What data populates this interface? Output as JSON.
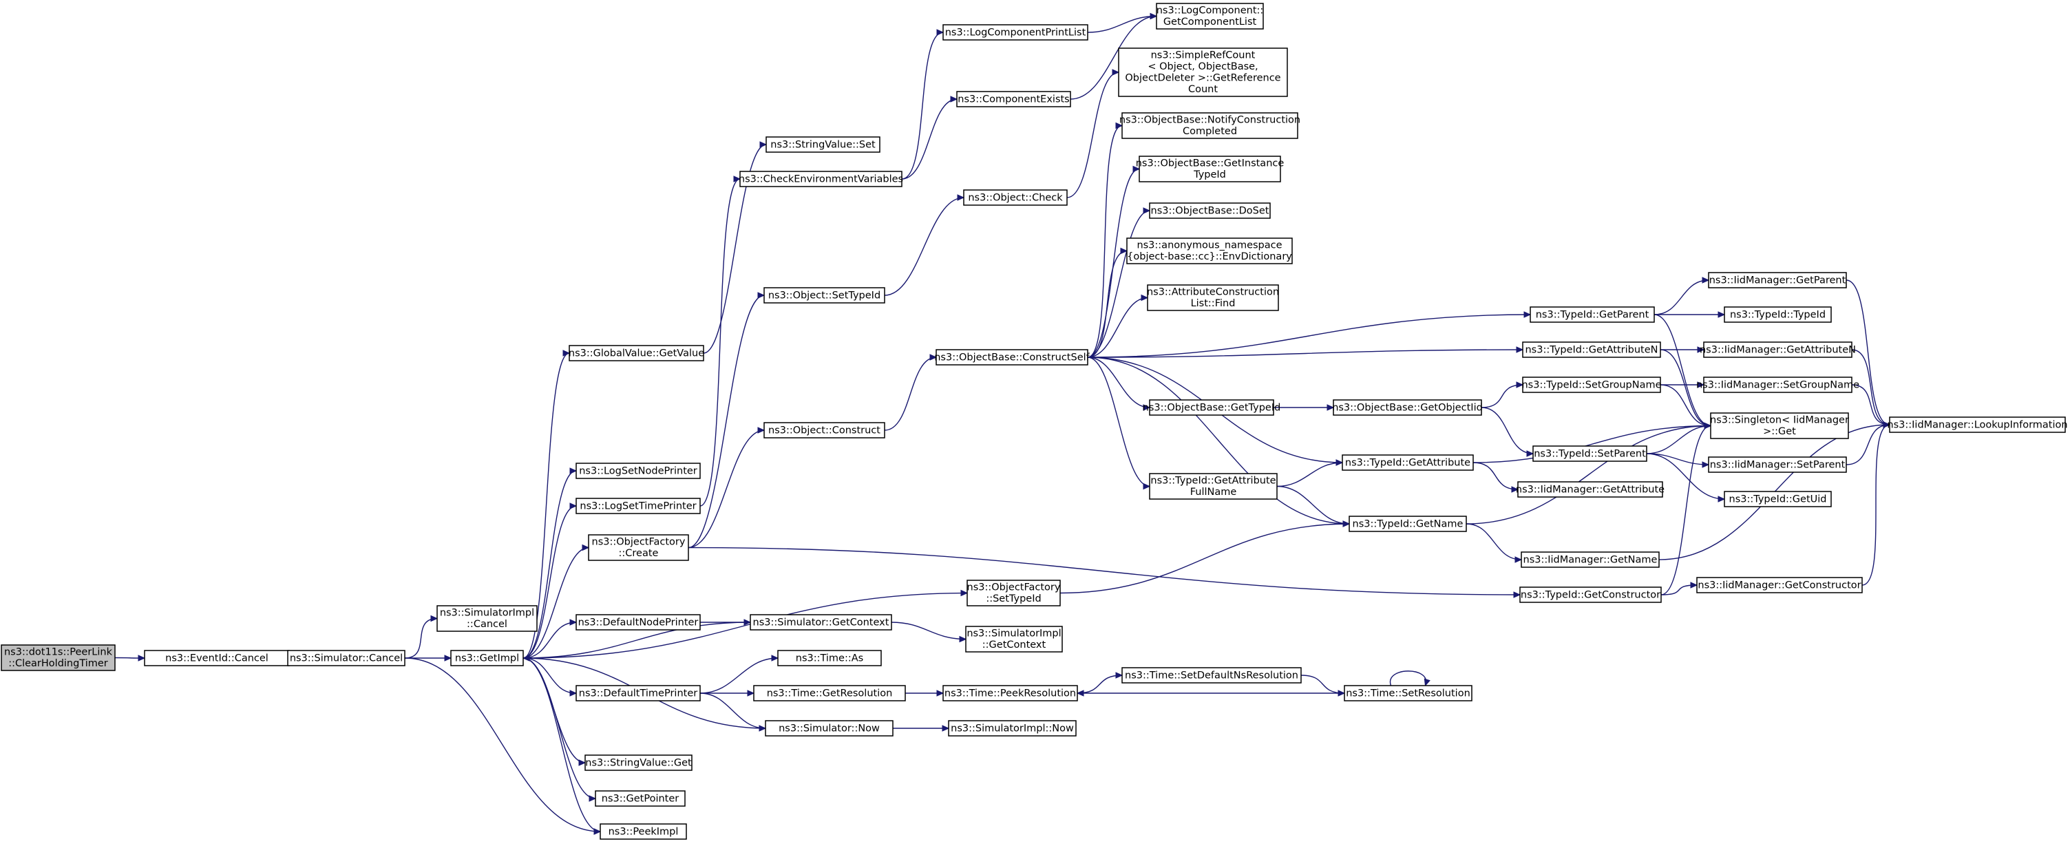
{
  "title": "",
  "nodes": [
    {
      "id": "root",
      "lines": [
        "ns3::dot11s::PeerLink",
        "::ClearHoldingTimer"
      ],
      "root": true
    },
    {
      "id": "evcancel",
      "lines": [
        "ns3::EventId::Cancel"
      ]
    },
    {
      "id": "simcancel",
      "lines": [
        "ns3::Simulator::Cancel"
      ]
    },
    {
      "id": "simimplcancel",
      "lines": [
        "ns3::SimulatorImpl",
        "::Cancel"
      ]
    },
    {
      "id": "getimpl",
      "lines": [
        "ns3::GetImpl"
      ]
    },
    {
      "id": "peekimpl",
      "lines": [
        "ns3::PeekImpl"
      ]
    },
    {
      "id": "gvgetvalue",
      "lines": [
        "ns3::GlobalValue::GetValue"
      ]
    },
    {
      "id": "logsetnode",
      "lines": [
        "ns3::LogSetNodePrinter"
      ]
    },
    {
      "id": "logsettime",
      "lines": [
        "ns3::LogSetTimePrinter"
      ]
    },
    {
      "id": "ofcreate",
      "lines": [
        "ns3::ObjectFactory",
        "::Create"
      ]
    },
    {
      "id": "defnodeprinter",
      "lines": [
        "ns3::DefaultNodePrinter"
      ]
    },
    {
      "id": "deftimeprinter",
      "lines": [
        "ns3::DefaultTimePrinter"
      ]
    },
    {
      "id": "svget",
      "lines": [
        "ns3::StringValue::Get"
      ]
    },
    {
      "id": "getpointer",
      "lines": [
        "ns3::GetPointer"
      ]
    },
    {
      "id": "svset",
      "lines": [
        "ns3::StringValue::Set"
      ]
    },
    {
      "id": "checkenv",
      "lines": [
        "ns3::CheckEnvironmentVariables"
      ]
    },
    {
      "id": "logprintlist",
      "lines": [
        "ns3::LogComponentPrintList"
      ]
    },
    {
      "id": "compexists",
      "lines": [
        "ns3::ComponentExists"
      ]
    },
    {
      "id": "getcomplist",
      "lines": [
        "ns3::LogComponent::",
        "GetComponentList"
      ]
    },
    {
      "id": "objsettypeid",
      "lines": [
        "ns3::Object::SetTypeId"
      ]
    },
    {
      "id": "objconstruct",
      "lines": [
        "ns3::Object::Construct"
      ]
    },
    {
      "id": "objcheck",
      "lines": [
        "ns3::Object::Check"
      ]
    },
    {
      "id": "simgetcontext",
      "lines": [
        "ns3::Simulator::GetContext"
      ]
    },
    {
      "id": "simimplgetcontext",
      "lines": [
        "ns3::SimulatorImpl",
        "::GetContext"
      ]
    },
    {
      "id": "ofsettypeid",
      "lines": [
        "ns3::ObjectFactory",
        "::SetTypeId"
      ]
    },
    {
      "id": "timeas",
      "lines": [
        "ns3::Time::As"
      ]
    },
    {
      "id": "timegetres",
      "lines": [
        "ns3::Time::GetResolution"
      ]
    },
    {
      "id": "simnow",
      "lines": [
        "ns3::Simulator::Now"
      ]
    },
    {
      "id": "timepeekres",
      "lines": [
        "ns3::Time::PeekResolution"
      ]
    },
    {
      "id": "simimplnow",
      "lines": [
        "ns3::SimulatorImpl::Now"
      ]
    },
    {
      "id": "timesetdefault",
      "lines": [
        "ns3::Time::SetDefaultNsResolution"
      ]
    },
    {
      "id": "timesetres",
      "lines": [
        "ns3::Time::SetResolution"
      ]
    },
    {
      "id": "obconstructself",
      "lines": [
        "ns3::ObjectBase::ConstructSelf"
      ]
    },
    {
      "id": "simplerefcount",
      "lines": [
        "ns3::SimpleRefCount",
        "< Object, ObjectBase,",
        "ObjectDeleter >::GetReference",
        "Count"
      ]
    },
    {
      "id": "obnotify",
      "lines": [
        "ns3::ObjectBase::NotifyConstruction",
        "Completed"
      ]
    },
    {
      "id": "obgetinst",
      "lines": [
        "ns3::ObjectBase::GetInstance",
        "TypeId"
      ]
    },
    {
      "id": "obdoset",
      "lines": [
        "ns3::ObjectBase::DoSet"
      ]
    },
    {
      "id": "anonenv",
      "lines": [
        "ns3::anonymous_namespace",
        "{object-base::cc}::EnvDictionary"
      ]
    },
    {
      "id": "attrfind",
      "lines": [
        "ns3::AttributeConstruction",
        "List::Find"
      ]
    },
    {
      "id": "obgettypeid",
      "lines": [
        "ns3::ObjectBase::GetTypeId"
      ]
    },
    {
      "id": "tidgetattrfull",
      "lines": [
        "ns3::TypeId::GetAttribute",
        "FullName"
      ]
    },
    {
      "id": "tidgetparent",
      "lines": [
        "ns3::TypeId::GetParent"
      ]
    },
    {
      "id": "tidgetattrn",
      "lines": [
        "ns3::TypeId::GetAttributeN"
      ]
    },
    {
      "id": "obgetobjtid",
      "lines": [
        "ns3::ObjectBase::GetObjectIid"
      ]
    },
    {
      "id": "tidgetattr",
      "lines": [
        "ns3::TypeId::GetAttribute"
      ]
    },
    {
      "id": "tidgetname",
      "lines": [
        "ns3::TypeId::GetName"
      ]
    },
    {
      "id": "tidgetctor",
      "lines": [
        "ns3::TypeId::GetConstructor"
      ]
    },
    {
      "id": "tidsetgroup",
      "lines": [
        "ns3::TypeId::SetGroupName"
      ]
    },
    {
      "id": "tidsetparent",
      "lines": [
        "ns3::TypeId::SetParent"
      ]
    },
    {
      "id": "iidgetattr",
      "lines": [
        "ns3::IidManager::GetAttribute"
      ]
    },
    {
      "id": "iidgetname",
      "lines": [
        "ns3::IidManager::GetName"
      ]
    },
    {
      "id": "iidgetctor",
      "lines": [
        "ns3::IidManager::GetConstructor"
      ]
    },
    {
      "id": "iidgetparent",
      "lines": [
        "ns3::IidManager::GetParent"
      ]
    },
    {
      "id": "tidtypeid",
      "lines": [
        "ns3::TypeId::TypeId"
      ]
    },
    {
      "id": "iidgetattrn",
      "lines": [
        "ns3::IidManager::GetAttributeN"
      ]
    },
    {
      "id": "iidsetgroup",
      "lines": [
        "ns3::IidManager::SetGroupName"
      ]
    },
    {
      "id": "singleton",
      "lines": [
        "ns3::Singleton< IidManager",
        ">::Get"
      ]
    },
    {
      "id": "iidsetparent",
      "lines": [
        "ns3::IidManager::SetParent"
      ]
    },
    {
      "id": "tidgetuid",
      "lines": [
        "ns3::TypeId::GetUid"
      ]
    },
    {
      "id": "iidlookup",
      "lines": [
        "ns3::IidManager::LookupInformation"
      ]
    }
  ],
  "edges": [
    [
      "root",
      "evcancel"
    ],
    [
      "evcancel",
      "simcancel"
    ],
    [
      "simcancel",
      "simimplcancel"
    ],
    [
      "simcancel",
      "getimpl"
    ],
    [
      "simcancel",
      "peekimpl"
    ],
    [
      "getimpl",
      "gvgetvalue"
    ],
    [
      "getimpl",
      "logsetnode"
    ],
    [
      "getimpl",
      "logsettime"
    ],
    [
      "getimpl",
      "ofcreate"
    ],
    [
      "getimpl",
      "ofsettypeid"
    ],
    [
      "getimpl",
      "defnodeprinter"
    ],
    [
      "getimpl",
      "deftimeprinter"
    ],
    [
      "getimpl",
      "svget"
    ],
    [
      "getimpl",
      "getpointer"
    ],
    [
      "getimpl",
      "peekimpl"
    ],
    [
      "defnodeprinter",
      "simgetcontext"
    ],
    [
      "simgetcontext",
      "getimpl"
    ],
    [
      "simgetcontext",
      "simimplgetcontext"
    ],
    [
      "deftimeprinter",
      "timeas"
    ],
    [
      "deftimeprinter",
      "timegetres"
    ],
    [
      "deftimeprinter",
      "simnow"
    ],
    [
      "simnow",
      "getimpl"
    ],
    [
      "simnow",
      "simimplnow"
    ],
    [
      "timegetres",
      "timepeekres"
    ],
    [
      "timepeekres",
      "timesetdefault"
    ],
    [
      "timesetdefault",
      "timesetres"
    ],
    [
      "timesetres",
      "timepeekres"
    ],
    [
      "timesetres",
      "timesetres"
    ],
    [
      "gvgetvalue",
      "svset"
    ],
    [
      "logsettime",
      "checkenv"
    ],
    [
      "checkenv",
      "logprintlist"
    ],
    [
      "checkenv",
      "compexists"
    ],
    [
      "logprintlist",
      "getcomplist"
    ],
    [
      "compexists",
      "getcomplist"
    ],
    [
      "ofcreate",
      "objsettypeid"
    ],
    [
      "ofcreate",
      "objconstruct"
    ],
    [
      "ofcreate",
      "tidgetctor"
    ],
    [
      "objsettypeid",
      "objcheck"
    ],
    [
      "objcheck",
      "simplerefcount"
    ],
    [
      "objconstruct",
      "obconstructself"
    ],
    [
      "ofsettypeid",
      "tidgetname"
    ],
    [
      "obconstructself",
      "obnotify"
    ],
    [
      "obconstructself",
      "obgetinst"
    ],
    [
      "obconstructself",
      "obdoset"
    ],
    [
      "obconstructself",
      "anonenv"
    ],
    [
      "obconstructself",
      "attrfind"
    ],
    [
      "obconstructself",
      "obgettypeid"
    ],
    [
      "obconstructself",
      "tidgetattrfull"
    ],
    [
      "obconstructself",
      "tidgetparent"
    ],
    [
      "obconstructself",
      "tidgetattrn"
    ],
    [
      "obconstructself",
      "tidgetattr"
    ],
    [
      "obconstructself",
      "tidgetname"
    ],
    [
      "obgettypeid",
      "obgetobjtid"
    ],
    [
      "obgetobjtid",
      "tidsetgroup"
    ],
    [
      "obgetobjtid",
      "tidsetparent"
    ],
    [
      "tidgetattrfull",
      "tidgetattr"
    ],
    [
      "tidgetattrfull",
      "tidgetname"
    ],
    [
      "tidgetattr",
      "singleton"
    ],
    [
      "tidgetattr",
      "iidgetattr"
    ],
    [
      "tidgetname",
      "singleton"
    ],
    [
      "tidgetname",
      "iidgetname"
    ],
    [
      "tidgetctor",
      "singleton"
    ],
    [
      "tidgetctor",
      "iidgetctor"
    ],
    [
      "tidgetparent",
      "iidgetparent"
    ],
    [
      "tidgetparent",
      "tidtypeid"
    ],
    [
      "tidgetparent",
      "singleton"
    ],
    [
      "tidgetattrn",
      "iidgetattrn"
    ],
    [
      "tidgetattrn",
      "singleton"
    ],
    [
      "tidsetgroup",
      "iidsetgroup"
    ],
    [
      "tidsetgroup",
      "singleton"
    ],
    [
      "tidsetparent",
      "singleton"
    ],
    [
      "tidsetparent",
      "iidsetparent"
    ],
    [
      "tidsetparent",
      "tidgetuid"
    ],
    [
      "iidgetparent",
      "iidlookup"
    ],
    [
      "iidgetattrn",
      "iidlookup"
    ],
    [
      "iidsetgroup",
      "iidlookup"
    ],
    [
      "iidsetparent",
      "iidlookup"
    ],
    [
      "iidgetname",
      "iidlookup"
    ],
    [
      "iidgetctor",
      "iidlookup"
    ]
  ]
}
